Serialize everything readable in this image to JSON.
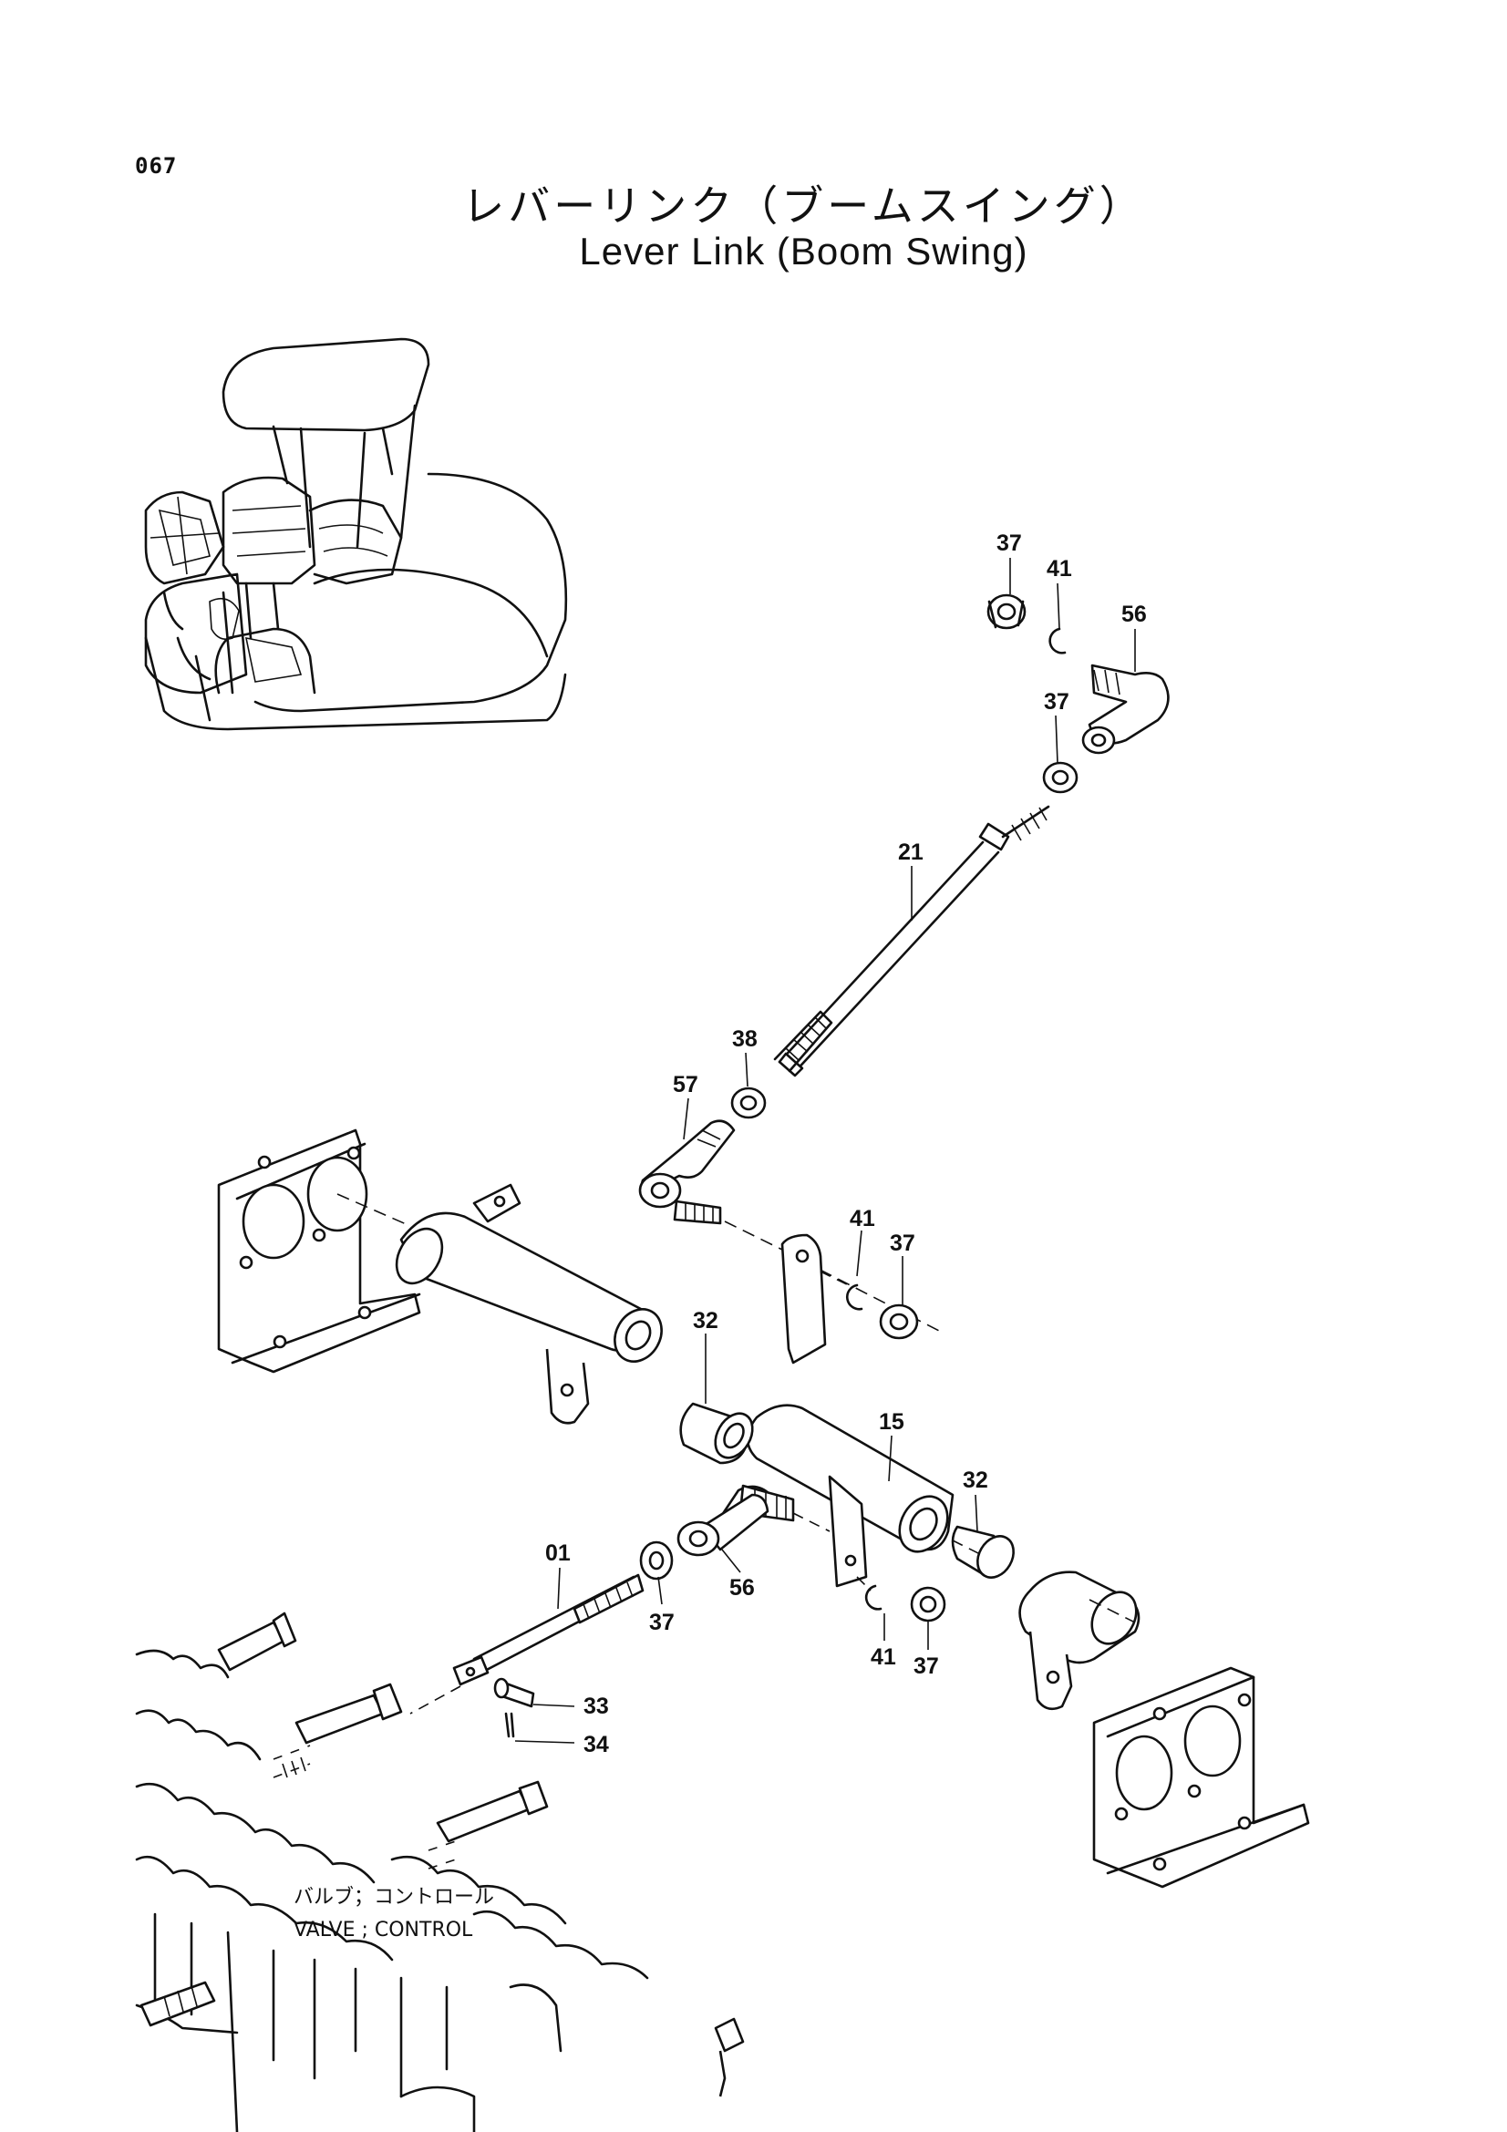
{
  "page_code": "067",
  "title_jp": "レバーリンク（ブームスイング）",
  "title_en": "Lever Link (Boom Swing)",
  "callout_labels": {
    "c37a": "37",
    "c41a": "41",
    "c56a": "56",
    "c37b": "37",
    "c21": "21",
    "c38": "38",
    "c57": "57",
    "c41b": "41",
    "c37c": "37",
    "c32a": "32",
    "c15": "15",
    "c32b": "32",
    "c01": "01",
    "c56b": "56",
    "c37d": "37",
    "c41c": "41",
    "c37e": "37",
    "c33": "33",
    "c34": "34"
  },
  "valve_caption_jp": "バルブ；コントロール",
  "valve_caption_en": "VALVE ; CONTROL"
}
